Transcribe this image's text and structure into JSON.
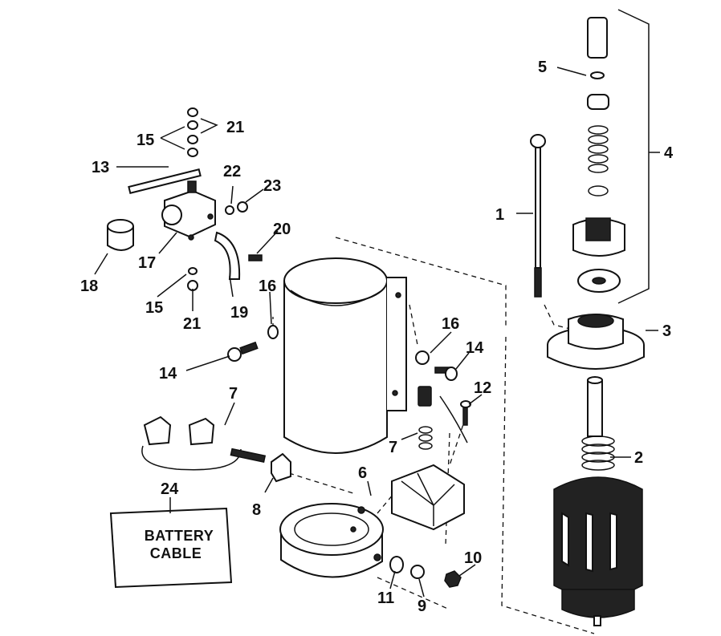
{
  "part_labels": [
    {
      "id": "label-1",
      "text": "1"
    },
    {
      "id": "label-2",
      "text": "2"
    },
    {
      "id": "label-3",
      "text": "3"
    },
    {
      "id": "label-4",
      "text": "4"
    },
    {
      "id": "label-5",
      "text": "5"
    },
    {
      "id": "label-6",
      "text": "6"
    },
    {
      "id": "label-7a",
      "text": "7"
    },
    {
      "id": "label-7b",
      "text": "7"
    },
    {
      "id": "label-8",
      "text": "8"
    },
    {
      "id": "label-9",
      "text": "9"
    },
    {
      "id": "label-10",
      "text": "10"
    },
    {
      "id": "label-11",
      "text": "11"
    },
    {
      "id": "label-12",
      "text": "12"
    },
    {
      "id": "label-13",
      "text": "13"
    },
    {
      "id": "label-14a",
      "text": "14"
    },
    {
      "id": "label-14b",
      "text": "14"
    },
    {
      "id": "label-15a",
      "text": "15"
    },
    {
      "id": "label-15b",
      "text": "15"
    },
    {
      "id": "label-16a",
      "text": "16"
    },
    {
      "id": "label-16b",
      "text": "16"
    },
    {
      "id": "label-17",
      "text": "17"
    },
    {
      "id": "label-18",
      "text": "18"
    },
    {
      "id": "label-19",
      "text": "19"
    },
    {
      "id": "label-20",
      "text": "20"
    },
    {
      "id": "label-21a",
      "text": "21"
    },
    {
      "id": "label-21b",
      "text": "21"
    },
    {
      "id": "label-22",
      "text": "22"
    },
    {
      "id": "label-23",
      "text": "23"
    },
    {
      "id": "label-24",
      "text": "24"
    }
  ],
  "battery_cable_box": {
    "line1": "BATTERY",
    "line2": "CABLE"
  }
}
